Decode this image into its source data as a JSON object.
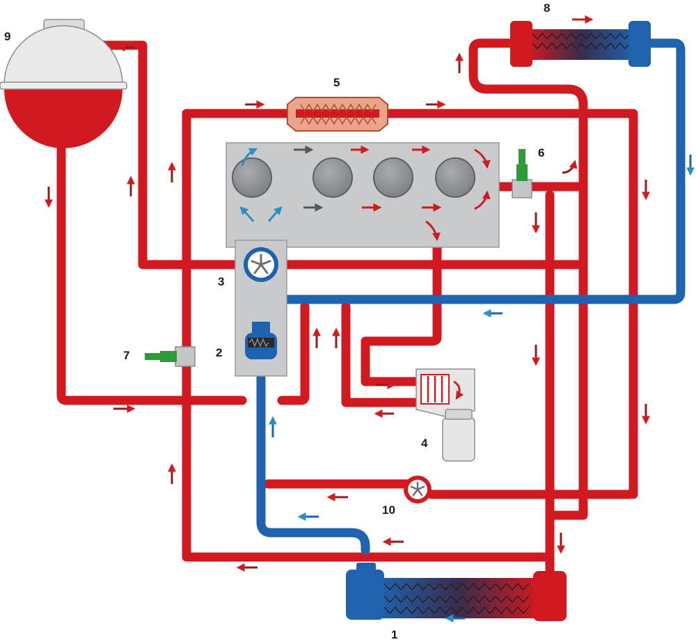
{
  "colors": {
    "hot": "#d01a1f",
    "cold": "#1f62ad",
    "block": "#c9cacb",
    "sensor_body": "#c4c5c6",
    "sensor_tip": "#2f9a3a",
    "arrow_hot": "#8e1d1c",
    "arrow_cold": "#1f62ad",
    "arrow_gray": "#55585a"
  },
  "labels": {
    "radiator": "1",
    "thermostat": "2",
    "pump": "3",
    "heat_exchanger": "4",
    "heater_core": "5",
    "temp_sensor_outlet": "6",
    "temp_sensor_inlet": "7",
    "oil_cooler": "8",
    "expansion_tank": "9",
    "aux_pump": "10"
  }
}
